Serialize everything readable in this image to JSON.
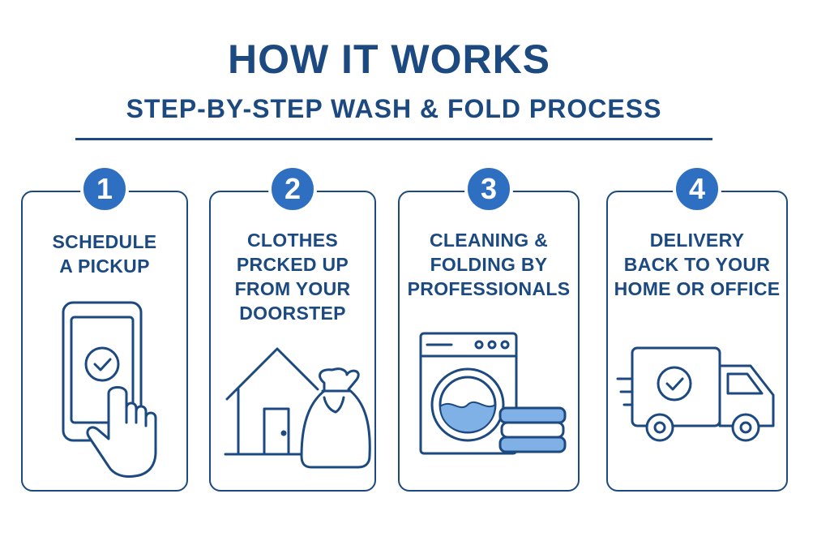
{
  "header": {
    "title": "HOW IT WORKS",
    "subtitle": "STEP-BY-STEP WASH & FOLD PROCESS"
  },
  "colors": {
    "primary": "#1c4a80",
    "accent": "#2f6fc2",
    "light_accent": "#7fb0e6"
  },
  "steps": [
    {
      "number": "1",
      "lines": [
        "SCHEDULE",
        "A PICKUP"
      ],
      "icon": "phone-tap-check-icon"
    },
    {
      "number": "2",
      "lines": [
        "CLOTHES",
        "PRCKED UP",
        "FROM YOUR",
        "DOORSTEP"
      ],
      "icon": "house-laundry-bag-icon"
    },
    {
      "number": "3",
      "lines": [
        "CLEANING &",
        "FOLDING BY",
        "PROFESSIONALS"
      ],
      "icon": "washing-machine-folded-clothes-icon"
    },
    {
      "number": "4",
      "lines": [
        "DELIVERY",
        "BACK TO YOUR",
        "HOME OR OFFICE"
      ],
      "icon": "delivery-truck-icon"
    }
  ]
}
